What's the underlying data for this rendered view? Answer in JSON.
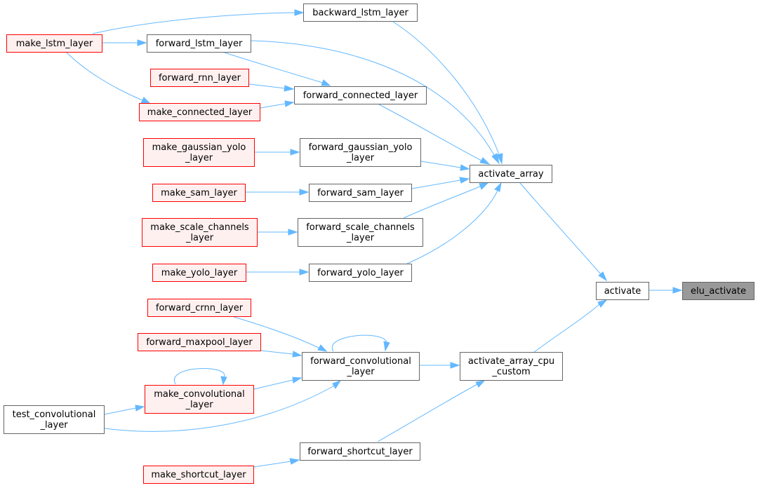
{
  "nodes": {
    "backward_lstm_layer": {
      "lines": [
        "backward_lstm_layer"
      ],
      "style": "normal"
    },
    "make_lstm_layer": {
      "lines": [
        "make_lstm_layer"
      ],
      "style": "red"
    },
    "forward_lstm_layer": {
      "lines": [
        "forward_lstm_layer"
      ],
      "style": "normal"
    },
    "forward_rnn_layer": {
      "lines": [
        "forward_rnn_layer"
      ],
      "style": "red"
    },
    "forward_connected_layer": {
      "lines": [
        "forward_connected_layer"
      ],
      "style": "normal"
    },
    "make_connected_layer": {
      "lines": [
        "make_connected_layer"
      ],
      "style": "red"
    },
    "make_gaussian_yolo_layer": {
      "lines": [
        "make_gaussian_yolo",
        "_layer"
      ],
      "style": "red"
    },
    "forward_gaussian_yolo_layer": {
      "lines": [
        "forward_gaussian_yolo",
        "_layer"
      ],
      "style": "normal"
    },
    "activate_array": {
      "lines": [
        "activate_array"
      ],
      "style": "normal"
    },
    "make_sam_layer": {
      "lines": [
        "make_sam_layer"
      ],
      "style": "red"
    },
    "forward_sam_layer": {
      "lines": [
        "forward_sam_layer"
      ],
      "style": "normal"
    },
    "make_scale_channels_layer": {
      "lines": [
        "make_scale_channels",
        "_layer"
      ],
      "style": "red"
    },
    "forward_scale_channels_layer": {
      "lines": [
        "forward_scale_channels",
        "_layer"
      ],
      "style": "normal"
    },
    "make_yolo_layer": {
      "lines": [
        "make_yolo_layer"
      ],
      "style": "red"
    },
    "forward_yolo_layer": {
      "lines": [
        "forward_yolo_layer"
      ],
      "style": "normal"
    },
    "activate": {
      "lines": [
        "activate"
      ],
      "style": "normal"
    },
    "elu_activate": {
      "lines": [
        "elu_activate"
      ],
      "style": "focus"
    },
    "forward_crnn_layer": {
      "lines": [
        "forward_crnn_layer"
      ],
      "style": "red"
    },
    "forward_maxpool_layer": {
      "lines": [
        "forward_maxpool_layer"
      ],
      "style": "red"
    },
    "forward_convolutional_layer": {
      "lines": [
        "forward_convolutional",
        "_layer"
      ],
      "style": "normal"
    },
    "activate_array_cpu_custom": {
      "lines": [
        "activate_array_cpu",
        "_custom"
      ],
      "style": "normal"
    },
    "make_convolutional_layer": {
      "lines": [
        "make_convolutional",
        "_layer"
      ],
      "style": "red"
    },
    "test_convolutional_layer": {
      "lines": [
        "test_convolutional",
        "_layer"
      ],
      "style": "normal"
    },
    "forward_shortcut_layer": {
      "lines": [
        "forward_shortcut_layer"
      ],
      "style": "normal"
    },
    "make_shortcut_layer": {
      "lines": [
        "make_shortcut_layer"
      ],
      "style": "red"
    }
  },
  "edges": [
    {
      "from": "make_lstm_layer",
      "to": "backward_lstm_layer"
    },
    {
      "from": "make_lstm_layer",
      "to": "forward_lstm_layer"
    },
    {
      "from": "make_lstm_layer",
      "to": "make_connected_layer"
    },
    {
      "from": "forward_lstm_layer",
      "to": "forward_connected_layer"
    },
    {
      "from": "forward_rnn_layer",
      "to": "forward_connected_layer"
    },
    {
      "from": "make_connected_layer",
      "to": "forward_connected_layer"
    },
    {
      "from": "backward_lstm_layer",
      "to": "activate_array"
    },
    {
      "from": "forward_lstm_layer",
      "to": "activate_array"
    },
    {
      "from": "forward_connected_layer",
      "to": "activate_array"
    },
    {
      "from": "forward_gaussian_yolo_layer",
      "to": "activate_array"
    },
    {
      "from": "forward_sam_layer",
      "to": "activate_array"
    },
    {
      "from": "forward_scale_channels_layer",
      "to": "activate_array"
    },
    {
      "from": "forward_yolo_layer",
      "to": "activate_array"
    },
    {
      "from": "make_gaussian_yolo_layer",
      "to": "forward_gaussian_yolo_layer"
    },
    {
      "from": "make_sam_layer",
      "to": "forward_sam_layer"
    },
    {
      "from": "make_scale_channels_layer",
      "to": "forward_scale_channels_layer"
    },
    {
      "from": "make_yolo_layer",
      "to": "forward_yolo_layer"
    },
    {
      "from": "activate_array",
      "to": "activate"
    },
    {
      "from": "activate",
      "to": "elu_activate"
    },
    {
      "from": "forward_crnn_layer",
      "to": "forward_convolutional_layer"
    },
    {
      "from": "forward_maxpool_layer",
      "to": "forward_convolutional_layer"
    },
    {
      "from": "forward_convolutional_layer",
      "to": "forward_convolutional_layer"
    },
    {
      "from": "make_convolutional_layer",
      "to": "forward_convolutional_layer"
    },
    {
      "from": "test_convolutional_layer",
      "to": "forward_convolutional_layer"
    },
    {
      "from": "make_convolutional_layer",
      "to": "make_convolutional_layer"
    },
    {
      "from": "test_convolutional_layer",
      "to": "make_convolutional_layer"
    },
    {
      "from": "forward_convolutional_layer",
      "to": "activate_array_cpu_custom"
    },
    {
      "from": "activate_array_cpu_custom",
      "to": "activate"
    },
    {
      "from": "forward_shortcut_layer",
      "to": "activate_array_cpu_custom"
    },
    {
      "from": "make_shortcut_layer",
      "to": "forward_shortcut_layer"
    }
  ]
}
